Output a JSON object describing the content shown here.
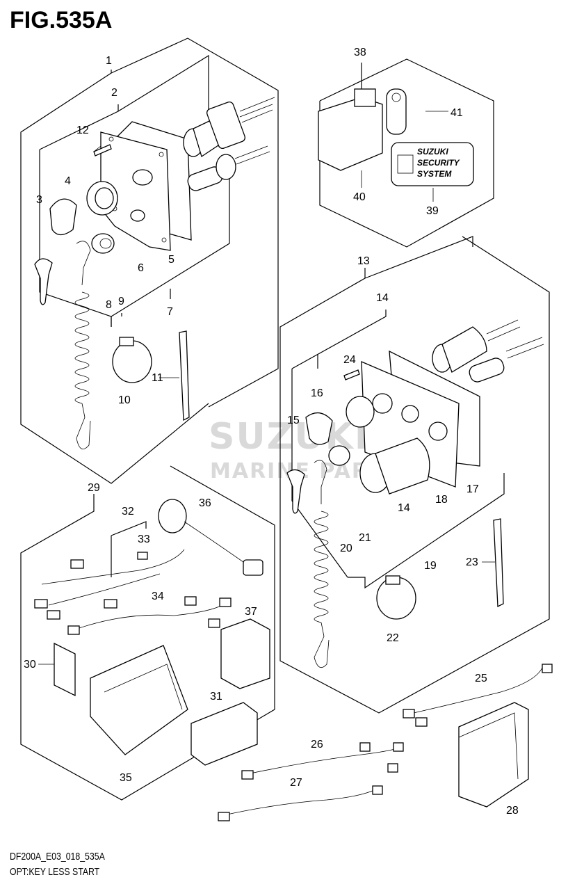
{
  "figure": {
    "title": "FIG.535A",
    "model_code": "DF200A_E03_018_535A",
    "caption": "OPT:KEY LESS START"
  },
  "watermark": {
    "line1": "SUZUKI",
    "line2": "MARINE PARTS"
  },
  "security_label": {
    "line1": "SUZUKI",
    "line2": "SECURITY",
    "line3": "SYSTEM"
  },
  "callouts": {
    "c1": "1",
    "c2": "2",
    "c3": "3",
    "c4": "4",
    "c5": "5",
    "c6": "6",
    "c7": "7",
    "c8": "8",
    "c9": "9",
    "c10": "10",
    "c11": "11",
    "c12": "12",
    "c13": "13",
    "c14a": "14",
    "c14b": "14",
    "c15": "15",
    "c16": "16",
    "c17": "17",
    "c18": "18",
    "c19": "19",
    "c20": "20",
    "c21": "21",
    "c22": "22",
    "c23": "23",
    "c24": "24",
    "c25": "25",
    "c26": "26",
    "c27": "27",
    "c28": "28",
    "c29": "29",
    "c30": "30",
    "c31": "31",
    "c32": "32",
    "c33": "33",
    "c34": "34",
    "c35": "35",
    "c36": "36",
    "c37": "37",
    "c38": "38",
    "c39": "39",
    "c40": "40",
    "c41": "41"
  }
}
